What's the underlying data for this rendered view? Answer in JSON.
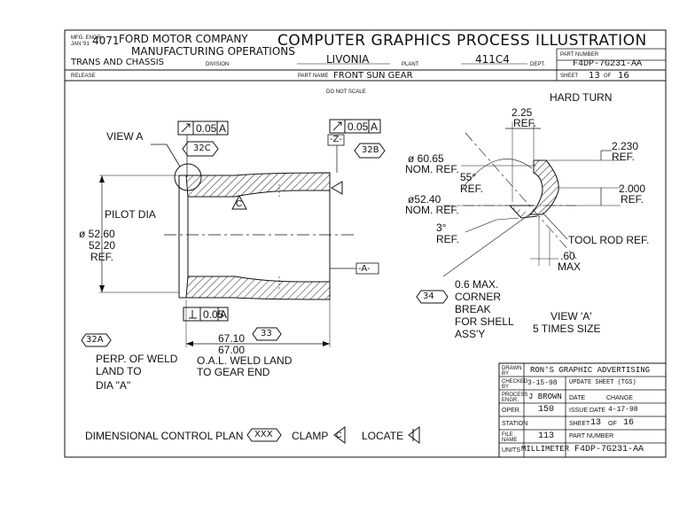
{
  "header": {
    "mfg_engr_label": "MFG. ENGR.",
    "mfg_date": "JAN '91",
    "mfg_num": "4071",
    "company": "FORD MOTOR COMPANY",
    "operations": "MANUFACTURING OPERATIONS",
    "division_name": "TRANS AND CHASSIS",
    "division_label": "DIVISION",
    "title": "COMPUTER GRAPHICS PROCESS ILLUSTRATION",
    "plant_name": "LIVONIA",
    "plant_label": "PLANT",
    "dept_value": "411C4",
    "dept_label": "DEPT.",
    "part_number_label": "PART NUMBER",
    "part_number_value": "F4DP-7G231-AA",
    "release_label": "RELEASE",
    "part_name_label": "PART NAME",
    "part_name_value": "FRONT SUN GEAR",
    "sheet_label": "SHEET",
    "sheet_num": "13",
    "sheet_of": "OF",
    "sheet_total": "16"
  },
  "drawing": {
    "do_not_scale": "DO NOT SCALE",
    "hard_turn": "HARD TURN",
    "view_a": "VIEW A",
    "tol_1": "0.05",
    "tol_1_datum": "A",
    "tol_2": "0.05",
    "tol_2_datum": "A",
    "datum_z": "-Z-",
    "datum_a": "-A-",
    "tag_32c": "32C",
    "tag_32b": "32B",
    "tag_32a": "32A",
    "tag_33": "33",
    "tag_34": "34",
    "c_symbol": "C",
    "pilot_dia": "PILOT DIA",
    "pilot_val_1": "ø 52.60",
    "pilot_val_2": "52.20",
    "pilot_ref": "REF.",
    "perp_tol": "0.05",
    "perp_datum": "A",
    "oal_1": "67.10",
    "oal_2": "67.00",
    "oal_label_1": "O.A.L. WELD LAND",
    "oal_label_2": "TO GEAR END",
    "perp_note_1": "PERP. OF WELD",
    "perp_note_2": "LAND TO",
    "perp_note_3": "DIA \"A\"",
    "dim_225": "2.25",
    "dim_225_ref": "REF.",
    "dim_2230": "2.230",
    "dim_2230_ref": "REF.",
    "dim_2000": "2.000",
    "dim_2000_ref": "REF.",
    "dia_6065": "ø 60.65",
    "dia_6065_ref": "NOM. REF.",
    "dia_5240": "ø52.40",
    "dia_5240_ref": "NOM. REF.",
    "ang_55": "55°",
    "ang_55_ref": "REF.",
    "ang_3": "3°",
    "ang_3_ref": "REF.",
    "tool_rod": "TOOL ROD REF.",
    "max_60": ".60",
    "max_label": "MAX",
    "corner_1": "0.6 MAX.",
    "corner_2": "CORNER",
    "corner_3": "BREAK",
    "corner_4": "FOR SHELL",
    "corner_5": "ASS'Y",
    "view_a_q": "VIEW 'A'",
    "times_size": "5 TIMES SIZE"
  },
  "legend": {
    "dcp": "DIMENSIONAL CONTROL PLAN",
    "dcp_sym": "XXX",
    "clamp": "CLAMP",
    "clamp_sym": "C",
    "locate": "LOCATE"
  },
  "title_block": {
    "drawn_label": "DRAWN BY",
    "drawn_value": "RON'S GRAPHIC ADVERTISING",
    "checked_label": "CHECKED BY",
    "checked_date": "3-15-98",
    "checked_note": "UPDATE SHEET (TGS)",
    "process_label": "PROCESS ENGR.",
    "process_value": "J BROWN",
    "date_label": "DATE",
    "change_label": "CHANGE",
    "oper_label": "OPER.",
    "oper_value": "150",
    "issue_label": "ISSUE DATE",
    "issue_value": "4-17-98",
    "station_label": "STATION",
    "sheet_label": "SHEET",
    "sheet_value": "13",
    "sheet_of": "OF",
    "sheet_total": "16",
    "file_label": "FILE NAME",
    "file_value": "113",
    "pn_label": "PART NUMBER",
    "units_label": "UNITS",
    "units_value": "MILLIMETER",
    "pn_value": "F4DP-7G231-AA"
  }
}
